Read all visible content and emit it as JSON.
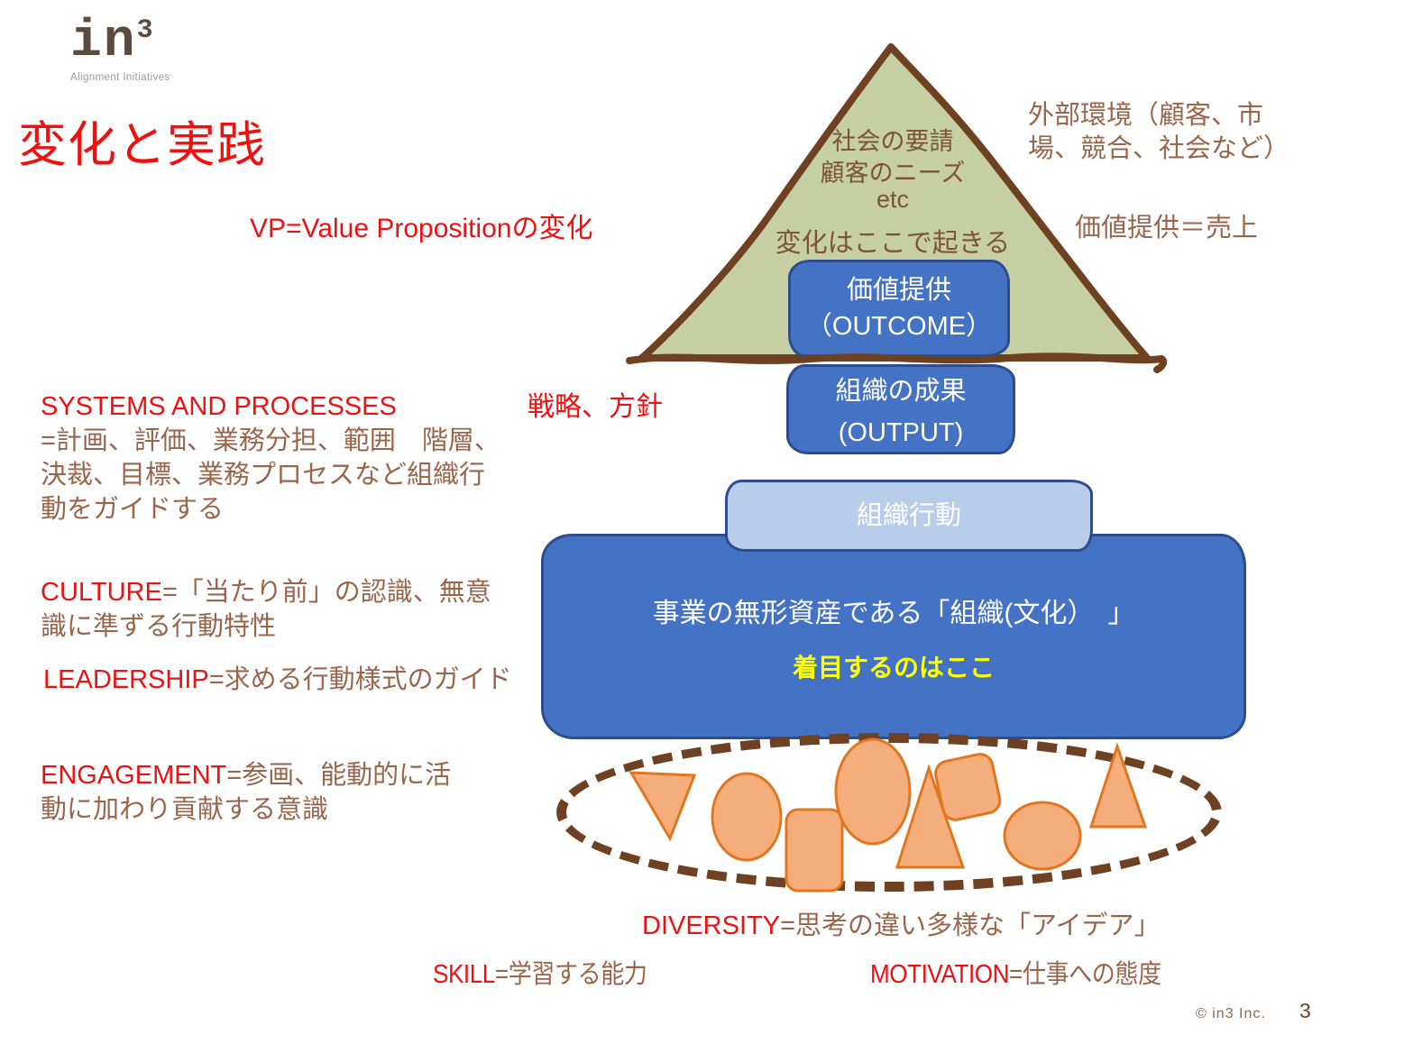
{
  "logo": {
    "name": "in",
    "sup": "3",
    "tagline": "Alignment Initiatives"
  },
  "title": "変化と実践",
  "annotations": {
    "vp": "VP=Value Propositionの変化",
    "external_env": "外部環境（顧客、市\n場、競合、社会など）",
    "value_sales": "価値提供＝売上",
    "strategy": "戦略、方針"
  },
  "pyramid": {
    "line1": "社会の要請",
    "line2": "顧客のニーズ",
    "line3": "etc",
    "line4": "変化はここで起きる"
  },
  "boxes": {
    "outcome": {
      "line1": "価値提供",
      "line2": "（OUTCOME）"
    },
    "output": {
      "line1": "組織の成果",
      "line2": "(OUTPUT)"
    },
    "behavior": "組織行動",
    "culture": {
      "line1": "事業の無形資産である「組織(文化）　」",
      "highlight": "着目するのはここ"
    }
  },
  "left_labels": {
    "systems": {
      "keyword": "SYSTEMS AND PROCESSES",
      "rest": "=計画、評価、業務分担、範囲　階層、\n決裁、目標、業務プロセスなど組織行\n動をガイドする"
    },
    "culture": {
      "keyword": "CULTURE",
      "rest": "=「当たり前」の認識、無意\n識に準ずる行動特性"
    },
    "leadership": {
      "keyword": "LEADERSHIP",
      "rest": "=求める行動様式のガイド"
    },
    "engagement": {
      "keyword": "ENGAGEMENT",
      "rest": "=参画、能動的に活\n動に加わり貢献する意識"
    }
  },
  "bottom_labels": {
    "diversity": {
      "keyword": "DIVERSITY",
      "rest": "=思考の違い多様な「アイデア」"
    },
    "skill": {
      "keyword": "SKILL",
      "rest": "=学習する能力"
    },
    "motivation": {
      "keyword": "MOTIVATION",
      "rest": "=仕事への態度"
    }
  },
  "diversity_shapes": [
    "inverted-triangle",
    "oval",
    "rounded-square",
    "tall-oval",
    "triangle",
    "rotated-square",
    "circle",
    "narrow-triangle"
  ],
  "footer": {
    "copyright": "© in3 Inc.",
    "page": "3"
  },
  "colors": {
    "red": "#ee1111",
    "brown": "#99664c",
    "brown_dark": "#6f4123",
    "green": "#c5cfa3",
    "blue": "#4472c4",
    "blue_border": "#2e4d8f",
    "lightblue": "#b7cde9",
    "orange": "#f5ae7b",
    "orange_border": "#e2761f",
    "yellow": "#ffff00"
  }
}
